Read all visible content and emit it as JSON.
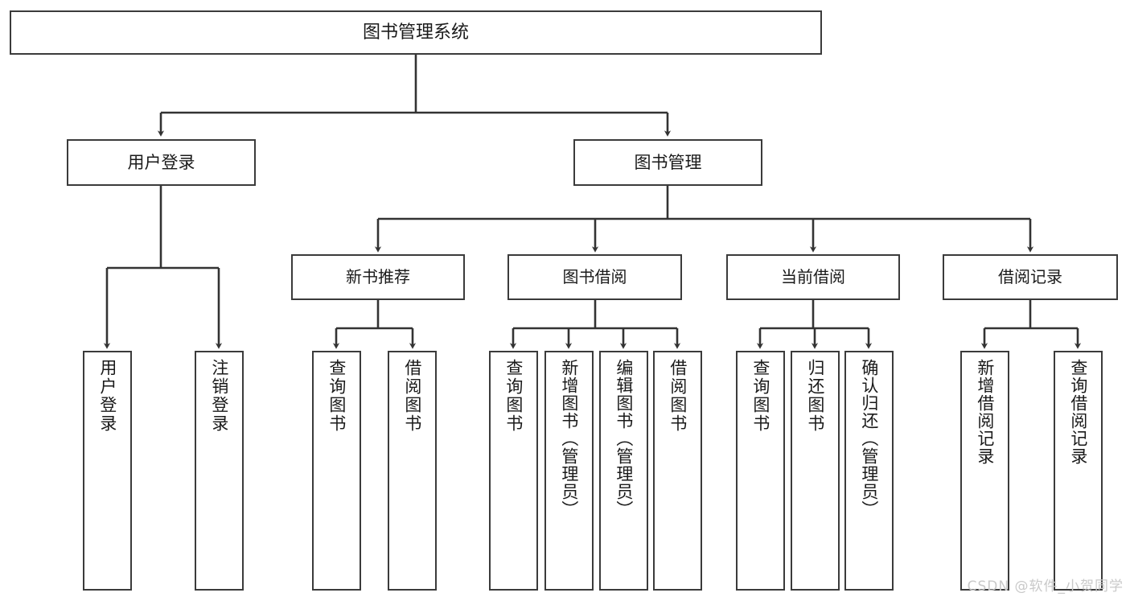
{
  "diagram": {
    "title": "图书管理系统",
    "type": "tree-hierarchy-diagram",
    "colors": {
      "box_border": "#3b3b3b",
      "box_fill": "#ffffff",
      "connector": "#333333",
      "text": "#1a1a1a",
      "watermark": "#c9c9c9"
    },
    "root": {
      "label": "图书管理系统"
    },
    "level1": [
      {
        "label": "用户登录"
      },
      {
        "label": "图书管理"
      }
    ],
    "level2": [
      {
        "label": "新书推荐"
      },
      {
        "label": "图书借阅"
      },
      {
        "label": "当前借阅"
      },
      {
        "label": "借阅记录"
      }
    ],
    "leaves": {
      "user_login": [
        {
          "label": "用户登录"
        },
        {
          "label": "注销登录"
        }
      ],
      "new_book_recommend": [
        {
          "label": "查询图书"
        },
        {
          "label": "借阅图书"
        }
      ],
      "book_borrow": [
        {
          "label": "查询图书"
        },
        {
          "label": "新增图书（管理员）"
        },
        {
          "label": "编辑图书（管理员）"
        },
        {
          "label": "借阅图书"
        }
      ],
      "current_borrow": [
        {
          "label": "查询图书"
        },
        {
          "label": "归还图书"
        },
        {
          "label": "确认归还（管理员）"
        }
      ],
      "borrow_record": [
        {
          "label": "新增借阅记录"
        },
        {
          "label": "查询借阅记录"
        }
      ]
    }
  },
  "watermark": {
    "text": "CSDN @软件_小贺同学"
  }
}
